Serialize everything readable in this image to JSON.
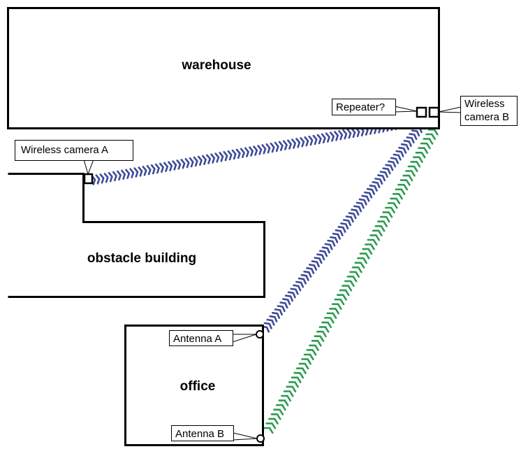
{
  "buildings": {
    "warehouse": "warehouse",
    "obstacle": "obstacle building",
    "office": "office"
  },
  "callouts": {
    "repeater": "Repeater?",
    "camera_b_line1": "Wireless",
    "camera_b_line2": "camera B",
    "camera_a": "Wireless camera A",
    "antenna_a": "Antenna A",
    "antenna_b": "Antenna B"
  },
  "colors": {
    "link_blue": "#3d4a96",
    "link_green": "#2e9a52",
    "outline": "#000000"
  },
  "icons": {
    "repeater": "square-device-icon",
    "camera_a": "square-device-icon",
    "camera_b": "square-device-icon",
    "antenna_a": "circle-antenna-icon",
    "antenna_b": "circle-antenna-icon",
    "link_pattern": "chevron-wave"
  }
}
